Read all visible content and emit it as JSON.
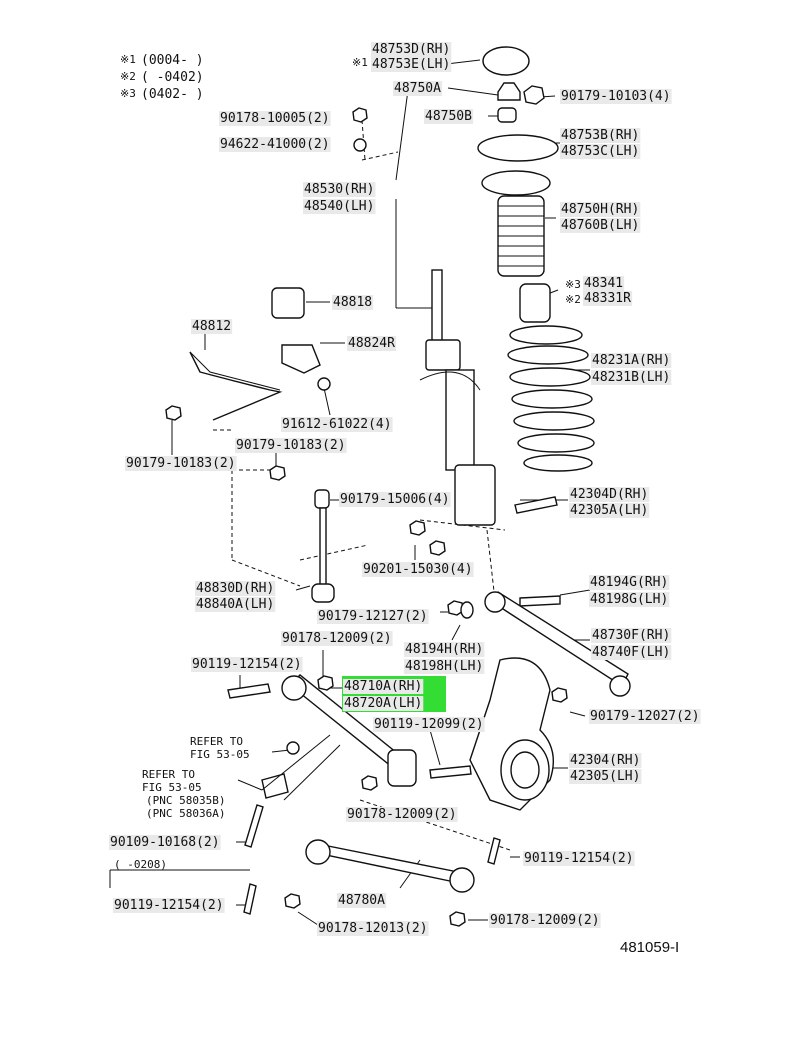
{
  "legend": [
    {
      "mark": "※1",
      "range": "(0004-     )"
    },
    {
      "mark": "※2",
      "range": "(     -0402)"
    },
    {
      "mark": "※3",
      "range": "(0402-     )"
    }
  ],
  "labels": {
    "l48753d": "48753D(RH)",
    "l48753e": "48753E(LH)",
    "mark1": "※1",
    "l48750a": "48750A",
    "l90179_10103": "90179-10103(4)",
    "l90178_10005": "90178-10005(2)",
    "l48750b": "48750B",
    "l48753b": "48753B(RH)",
    "l48753c": "48753C(LH)",
    "l94622": "94622-41000(2)",
    "l48530": "48530(RH)",
    "l48540": "48540(LH)",
    "l48750h": "48750H(RH)",
    "l48760b": "48760B(LH)",
    "mark3": "※3",
    "l48341": "48341",
    "mark2": "※2",
    "l48331r": "48331R",
    "l48818": "48818",
    "l48812": "48812",
    "l48824r": "48824R",
    "l48231a": "48231A(RH)",
    "l48231b": "48231B(LH)",
    "l91612": "91612-61022(4)",
    "l90179_10183a": "90179-10183(2)",
    "l90179_10183b": "90179-10183(2)",
    "l90179_15006": "90179-15006(4)",
    "l42304d": "42304D(RH)",
    "l42305a": "42305A(LH)",
    "l90201": "90201-15030(4)",
    "l48830d": "48830D(RH)",
    "l48840a": "48840A(LH)",
    "l48194g": "48194G(RH)",
    "l48198g": "48198G(LH)",
    "l90179_12127": "90179-12127(2)",
    "l90178_12009a": "90178-12009(2)",
    "l48194h": "48194H(RH)",
    "l48198h": "48198H(LH)",
    "l48730f": "48730F(RH)",
    "l48740f": "48740F(LH)",
    "l90119_12154a": "90119-12154(2)",
    "l48710a": "48710A(RH)",
    "l48720a": "48720A(LH)",
    "l90179_12027": "90179-12027(2)",
    "l90119_12099": "90119-12099(2)",
    "l42304": "42304(RH)",
    "l42305": "42305(LH)",
    "l90178_12009b": "90178-12009(2)",
    "l90109": "90109-10168(2)",
    "l90119_12154b": "90119-12154(2)",
    "l48780a": "48780A",
    "l90119_12154c": "90119-12154(2)",
    "l90178_12013": "90178-12013(2)",
    "l90178_12009c": "90178-12009(2)",
    "range0208": "(    -0208)"
  },
  "refs": {
    "refer1_a": "REFER TO",
    "refer1_b": "FIG 53-05",
    "refer2_a": "REFER TO",
    "refer2_b": "FIG 53-05",
    "pnc1": "(PNC 58035B)",
    "pnc2": "(PNC 58036A)"
  },
  "figure_id": "481059-I",
  "highlight_color": "#33dd33"
}
